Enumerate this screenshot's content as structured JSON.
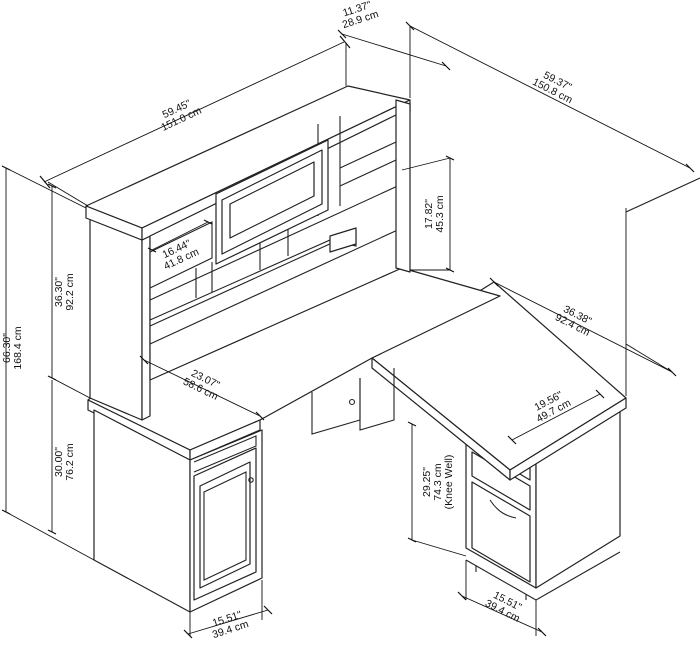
{
  "dimensions": {
    "hutch_width": {
      "imperial": "59.45\"",
      "metric": "151.0 cm"
    },
    "hutch_depth": {
      "imperial": "11.37\"",
      "metric": "28.9 cm"
    },
    "overall_width": {
      "imperial": "59.37\"",
      "metric": "150.8 cm"
    },
    "total_height": {
      "imperial": "66.30\"",
      "metric": "168.4 cm"
    },
    "hutch_height": {
      "imperial": "36.30\"",
      "metric": "92.2 cm"
    },
    "desk_height": {
      "imperial": "30.00\"",
      "metric": "76.2 cm"
    },
    "hutch_opening": {
      "imperial": "17.82\"",
      "metric": "45.3 cm"
    },
    "cubby_width": {
      "imperial": "16.44\"",
      "metric": "41.8 cm"
    },
    "desk_depth": {
      "imperial": "23.07\"",
      "metric": "58.6 cm"
    },
    "return_length": {
      "imperial": "36.38\"",
      "metric": "92.4 cm"
    },
    "return_depth": {
      "imperial": "19.56\"",
      "metric": "49.7 cm"
    },
    "knee_well": {
      "imperial": "29.25\"",
      "metric": "74.3 cm",
      "note": "(Knee Well)"
    },
    "left_pedestal_width": {
      "imperial": "15.51\"",
      "metric": "39.4 cm"
    },
    "right_pedestal_width": {
      "imperial": "15.51\"",
      "metric": "39.4 cm"
    }
  }
}
